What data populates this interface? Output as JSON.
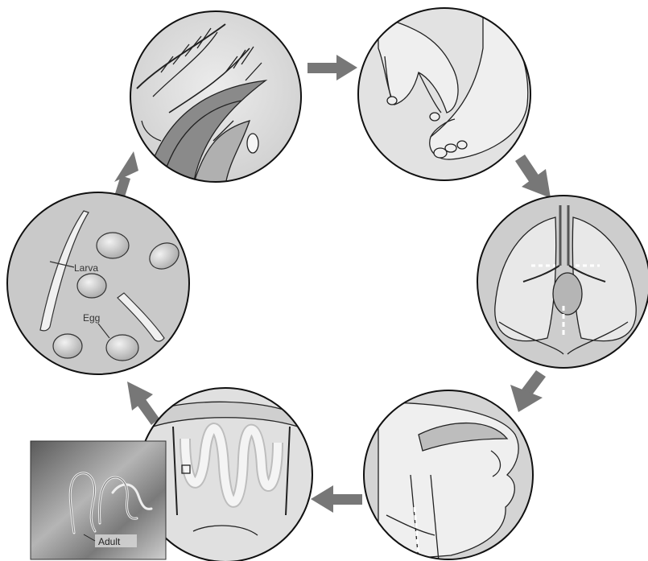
{
  "labels": {
    "larva": "Larva",
    "egg": "Egg",
    "adult": "Adult"
  },
  "colors": {
    "arrow": "#777777",
    "circle_fill": "#d9d9d9",
    "outline": "#222222",
    "egg": "#bfbfbf",
    "inset": "#9a9a9a"
  }
}
